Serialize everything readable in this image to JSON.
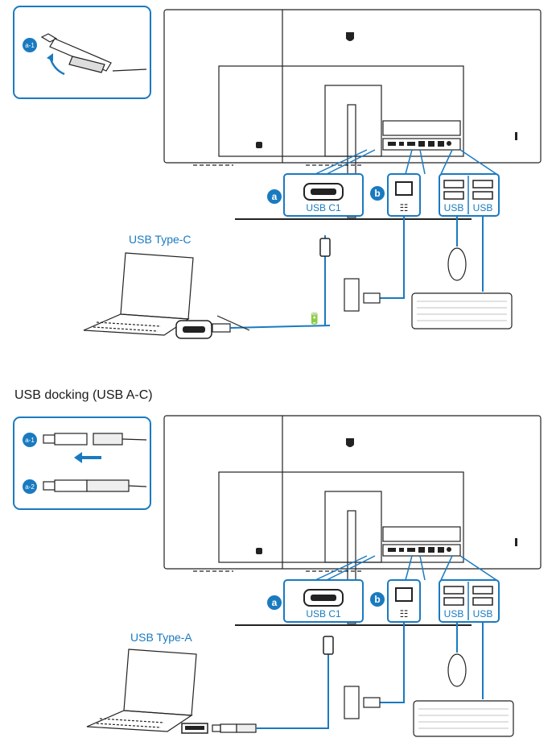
{
  "section2_title": "USB docking (USB A-C)",
  "accent_color": "#1a7ac0",
  "panels": [
    {
      "laptop_label": "USB Type-C",
      "badge_a": "a",
      "badge_b": "b",
      "port_usbc_label": "USB C1",
      "usb_left_label": "USB",
      "usb_right_label": "USB",
      "inset_badges": [
        "a-1"
      ]
    },
    {
      "laptop_label": "USB Type-A",
      "badge_a": "a",
      "badge_b": "b",
      "port_usbc_label": "USB C1",
      "usb_left_label": "USB",
      "usb_right_label": "USB",
      "inset_badges": [
        "a-1",
        "a-2"
      ]
    }
  ]
}
